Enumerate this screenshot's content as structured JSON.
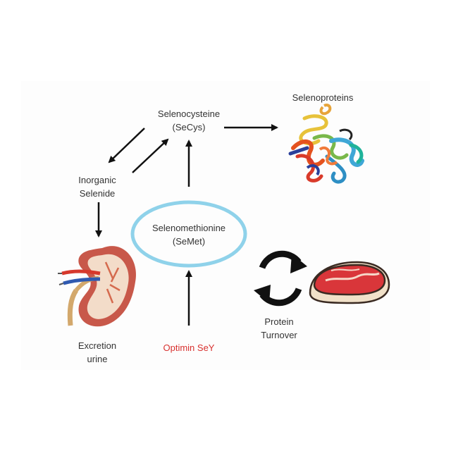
{
  "labels": {
    "selenocysteine": "Selenocysteine\n(SeCys)",
    "selenoproteins": "Selenoproteins",
    "inorganic_selenide": "Inorganic\nSelenide",
    "selenomethionine": "Selenomethionine\n(SeMet)",
    "excretion": "Excretion\nurine",
    "optimin": "Optimin SeY",
    "protein_turnover": "Protein\nTurnover"
  },
  "colors": {
    "text": "#333333",
    "accent_red": "#d8312f",
    "ellipse_stroke": "#8fd2ea",
    "arrow": "#111111"
  },
  "icons": [
    "protein-ribbon-icon",
    "kidney-icon",
    "recycle-arrows-icon",
    "steak-icon"
  ]
}
